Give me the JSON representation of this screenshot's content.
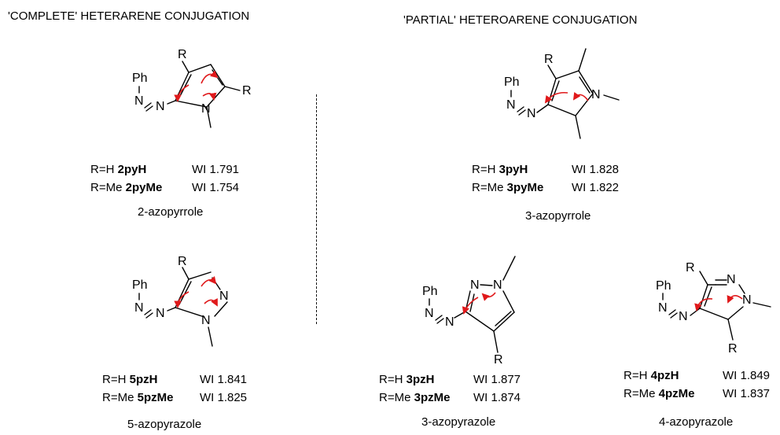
{
  "headers": {
    "left": "'COMPLETE' HETERARENE CONJUGATION",
    "right": "'PARTIAL' HETEROARENE CONJUGATION"
  },
  "atoms": {
    "ph": "Ph",
    "n": "N",
    "r": "R"
  },
  "compounds": {
    "c2py": {
      "rH": "R=H",
      "rMe": "R=Me",
      "nameH": "2pyH",
      "nameMe": "2pyMe",
      "wiH": "WI 1.791",
      "wiMe": "WI 1.754",
      "caption": "2-azopyrrole"
    },
    "c3py": {
      "rH": "R=H",
      "rMe": "R=Me",
      "nameH": "3pyH",
      "nameMe": "3pyMe",
      "wiH": "WI 1.828",
      "wiMe": "WI  1.822",
      "caption": "3-azopyrrole"
    },
    "c5pz": {
      "rH": "R=H",
      "rMe": "R=Me",
      "nameH": "5pzH",
      "nameMe": "5pzMe",
      "wiH": "WI 1.841",
      "wiMe": "WI 1.825",
      "caption": "5-azopyrazole"
    },
    "c3pz": {
      "rH": "R=H",
      "rMe": "R=Me",
      "nameH": "3pzH",
      "nameMe": "3pzMe",
      "wiH": "WI 1.877",
      "wiMe": "WI 1.874",
      "caption": "3-azopyrazole"
    },
    "c4pz": {
      "rH": "R=H",
      "rMe": "R=Me",
      "nameH": "4pzH",
      "nameMe": "4pzMe",
      "wiH": "WI 1.849",
      "wiMe": "WI 1.837",
      "caption": "4-azopyrazole"
    }
  },
  "colors": {
    "bond": "#000000",
    "arrow": "#e0191b"
  }
}
